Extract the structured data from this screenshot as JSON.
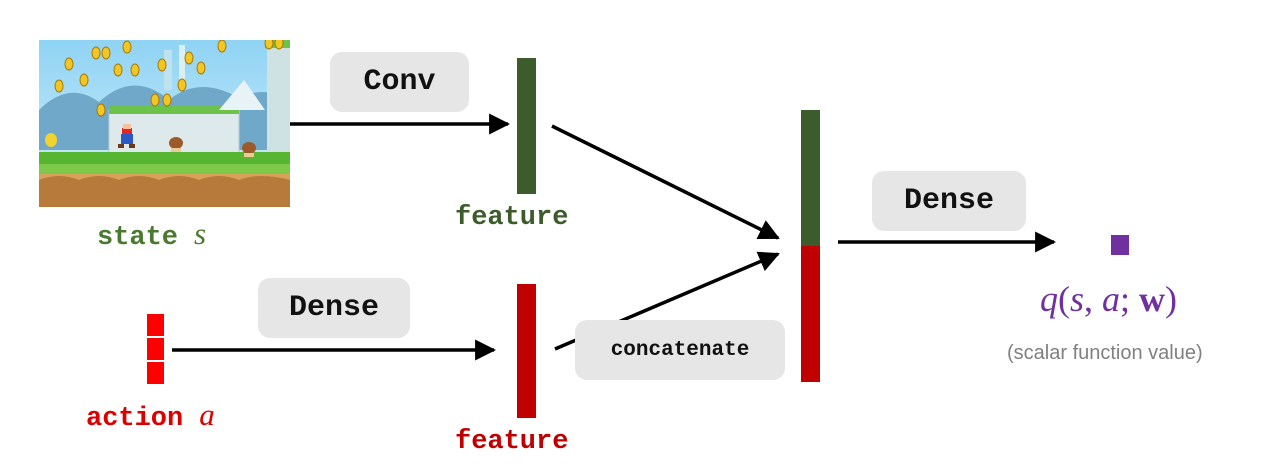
{
  "state": {
    "label": "state",
    "var": "s"
  },
  "action": {
    "label": "action",
    "var": "a"
  },
  "ops": {
    "conv": "Conv",
    "dense_action": "Dense",
    "concatenate": "concatenate",
    "dense_out": "Dense"
  },
  "features": {
    "top_label": "feature",
    "bottom_label": "feature"
  },
  "output": {
    "q_fn": "q",
    "q_args_open": "(",
    "q_s": "s",
    "q_comma": ", ",
    "q_a": "a",
    "q_semicolon": "; ",
    "q_w": "w",
    "q_args_close": ")",
    "description": "(scalar function value)"
  },
  "colors": {
    "state_feature": "#3d5c2c",
    "action_feature": "#c00000",
    "action_vector": "#ff0000",
    "output": "#7030a0"
  }
}
